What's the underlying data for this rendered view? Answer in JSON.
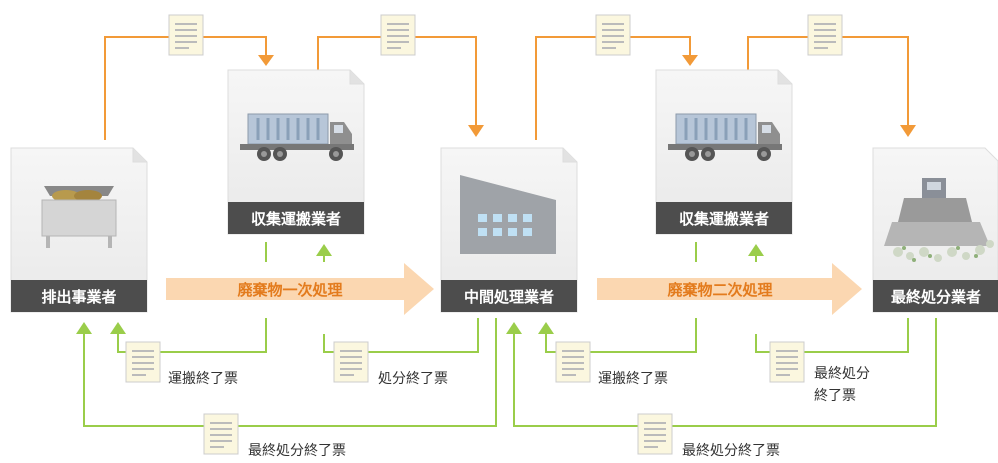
{
  "actors": {
    "emitter": "排出事業者",
    "collector_1": "収集運搬業者",
    "intermediate": "中間処理業者",
    "collector_2": "収集運搬業者",
    "final_disposer": "最終処分業者"
  },
  "flows": {
    "primary": "廃棄物一次処理",
    "secondary": "廃棄物二次処理"
  },
  "receipts": {
    "transport_done_1": "運搬終了票",
    "disposal_done": "処分終了票",
    "transport_done_2": "運搬終了票",
    "final_done_line1": "最終処分",
    "final_done_line2": "終了票",
    "final_return_1": "最終処分終了票",
    "final_return_2": "最終処分終了票"
  },
  "colors": {
    "orange_arrow": "#f29a38",
    "green_arrow": "#9acd4a",
    "flow_band": "#fbd7b1",
    "flow_text": "#e37b1d",
    "box_label_bg": "#4d4d4d",
    "card_bg": "#f1f1f1",
    "doc_bg": "#fbf7df"
  }
}
